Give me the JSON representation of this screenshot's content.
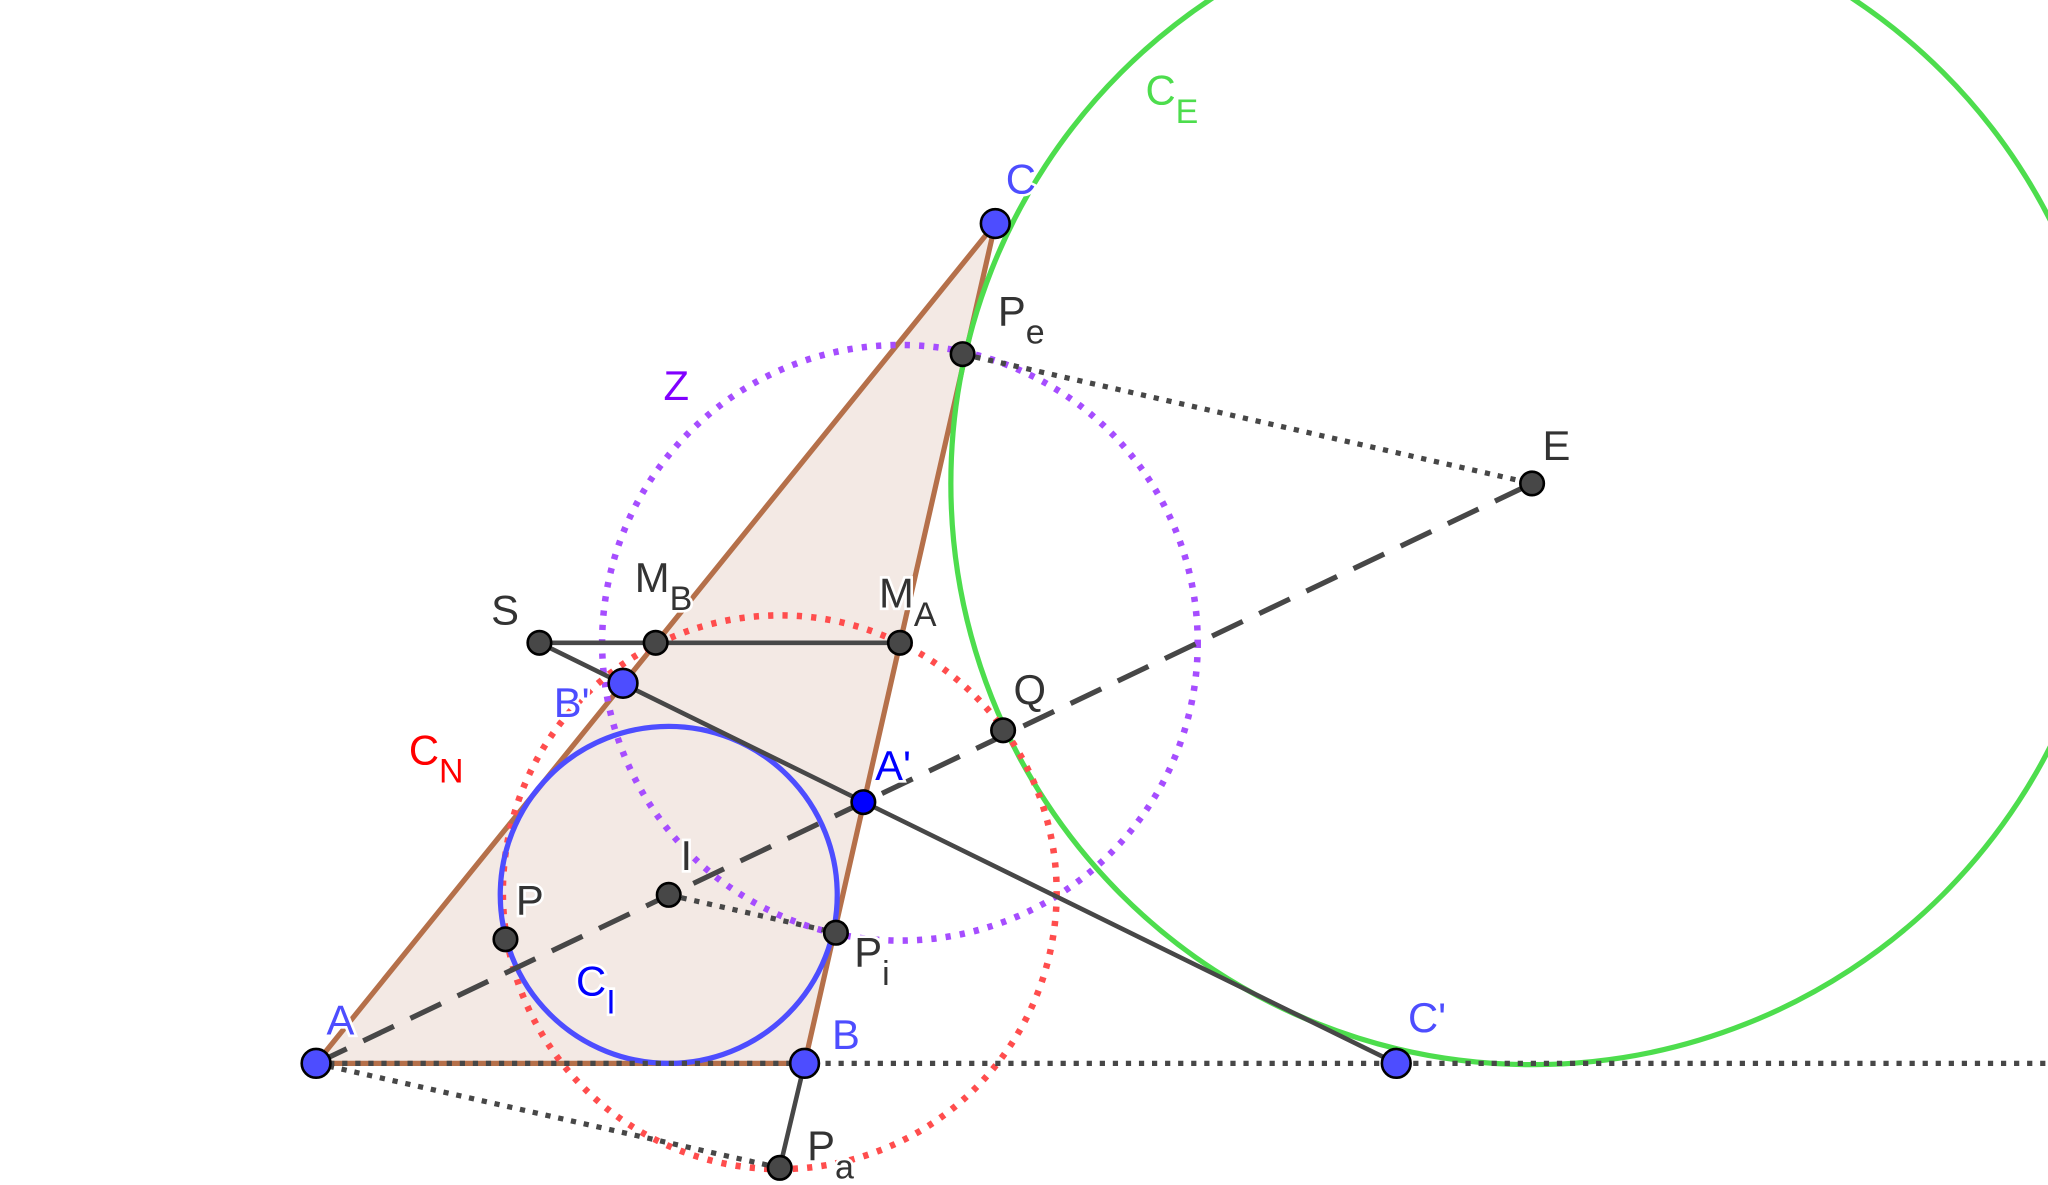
{
  "colors": {
    "triangle_fill": "#f3e9e4",
    "triangle_stroke": "#b5704a",
    "segment": "#474747",
    "incircle": "#4d4dff",
    "nine_point_circle": "#ff4d4d",
    "z_circle": "#a64dff",
    "excircle": "#4ddd4d",
    "free_point": "#4d4dff",
    "dependent_point": "#474747",
    "label_blue": "#4d4dff",
    "label_dark": "#333333"
  },
  "points": {
    "A": {
      "label": "A"
    },
    "B": {
      "label": "B"
    },
    "C": {
      "label": "C"
    },
    "Bp": {
      "label": "B'"
    },
    "Ap": {
      "label": "A'"
    },
    "Cp": {
      "label": "C'"
    },
    "S": {
      "label": "S"
    },
    "MB": {
      "label": "M",
      "sub": "B"
    },
    "MA": {
      "label": "M",
      "sub": "A"
    },
    "Q": {
      "label": "Q"
    },
    "I": {
      "label": "I"
    },
    "P": {
      "label": "P"
    },
    "Pi": {
      "label": "P",
      "sub": "i"
    },
    "Pa": {
      "label": "P",
      "sub": "a"
    },
    "Pe": {
      "label": "P",
      "sub": "e"
    },
    "E": {
      "label": "E"
    }
  },
  "circles": {
    "CE": {
      "label": "C",
      "sub": "E"
    },
    "CN": {
      "label": "C",
      "sub": "N"
    },
    "CI": {
      "label": "C",
      "sub": "I"
    },
    "Z": {
      "label": "Z"
    }
  }
}
